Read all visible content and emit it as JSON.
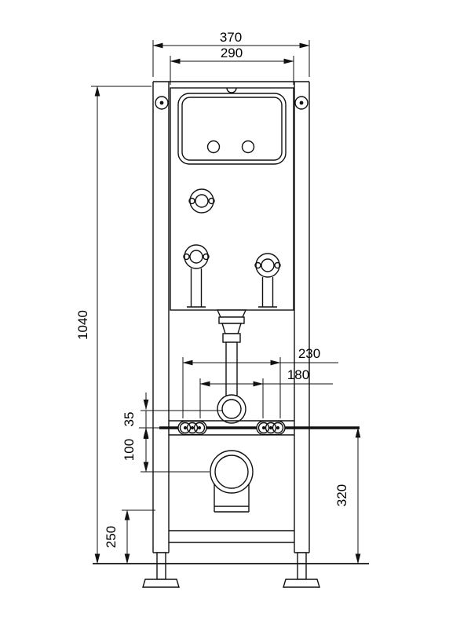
{
  "drawing": {
    "type": "technical-dimension-drawing",
    "subject": "Concealed cistern WC mounting frame - front view",
    "units": "mm",
    "line_color": "#111111",
    "background": "#ffffff",
    "dimensions": {
      "frame_outer_width": "370",
      "cistern_width": "290",
      "frame_height": "1040",
      "fixing_span_outer": "230",
      "fixing_span_inner": "180",
      "flush_bend_offset": "35",
      "outlet_offset": "100",
      "foot_section_height": "250",
      "fixing_height_above_floor": "320"
    }
  }
}
